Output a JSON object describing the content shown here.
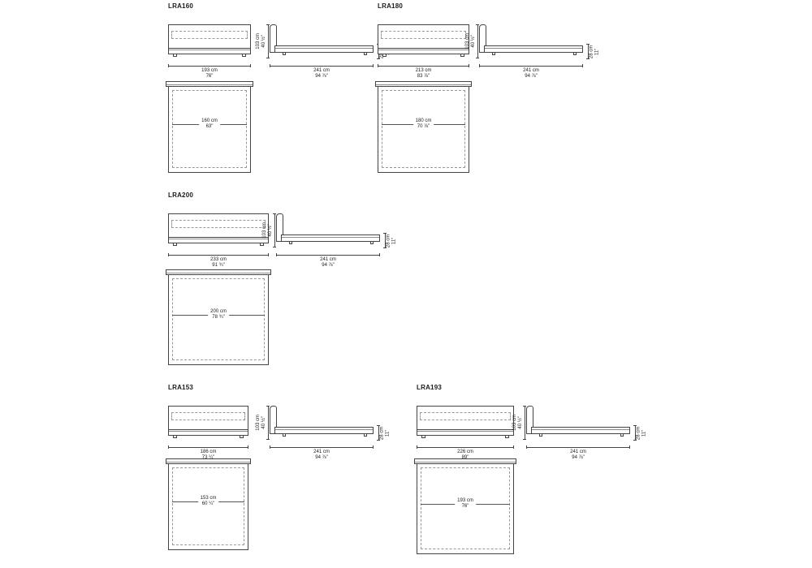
{
  "sheet_colors": {
    "line": "#444444",
    "dashed": "#999999",
    "text": "#1a1a1a",
    "background": "#ffffff"
  },
  "models": [
    {
      "name": "LRA160",
      "front_width": {
        "cm": "193 cm",
        "in": "76\""
      },
      "side_length": {
        "cm": "241 cm",
        "in": "94 ⅞\""
      },
      "overall_height": {
        "cm": "103 cm",
        "in": "40 ½\""
      },
      "base_height": {
        "cm": "28 cm",
        "in": "11\""
      },
      "plan_width": {
        "cm": "160 cm",
        "in": "63\""
      }
    },
    {
      "name": "LRA180",
      "front_width": {
        "cm": "213 cm",
        "in": "83 ⅞\""
      },
      "side_length": {
        "cm": "241 cm",
        "in": "94 ⅞\""
      },
      "overall_height": {
        "cm": "103 cm",
        "in": "40 ½\""
      },
      "base_height": {
        "cm": "28 cm",
        "in": "11\""
      },
      "plan_width": {
        "cm": "180 cm",
        "in": "70 ⅞\""
      }
    },
    {
      "name": "LRA200",
      "front_width": {
        "cm": "233 cm",
        "in": "91 ¾\""
      },
      "side_length": {
        "cm": "241 cm",
        "in": "94 ⅞\""
      },
      "overall_height": {
        "cm": "103 cm",
        "in": "40 ½\""
      },
      "base_height": {
        "cm": "28 cm",
        "in": "11\""
      },
      "plan_width": {
        "cm": "200 cm",
        "in": "78 ¾\""
      }
    },
    {
      "name": "LRA153",
      "front_width": {
        "cm": "186 cm",
        "in": "73 ¼\""
      },
      "side_length": {
        "cm": "241 cm",
        "in": "94 ⅞\""
      },
      "overall_height": {
        "cm": "103 cm",
        "in": "40 ½\""
      },
      "base_height": {
        "cm": "28 cm",
        "in": "11\""
      },
      "plan_width": {
        "cm": "153 cm",
        "in": "60 ¼\""
      }
    },
    {
      "name": "LRA193",
      "front_width": {
        "cm": "226 cm",
        "in": "89\""
      },
      "side_length": {
        "cm": "241 cm",
        "in": "94 ⅞\""
      },
      "overall_height": {
        "cm": "103 cm",
        "in": "40 ½\""
      },
      "base_height": {
        "cm": "28 cm",
        "in": "11\""
      },
      "plan_width": {
        "cm": "193 cm",
        "in": "76\""
      }
    }
  ]
}
